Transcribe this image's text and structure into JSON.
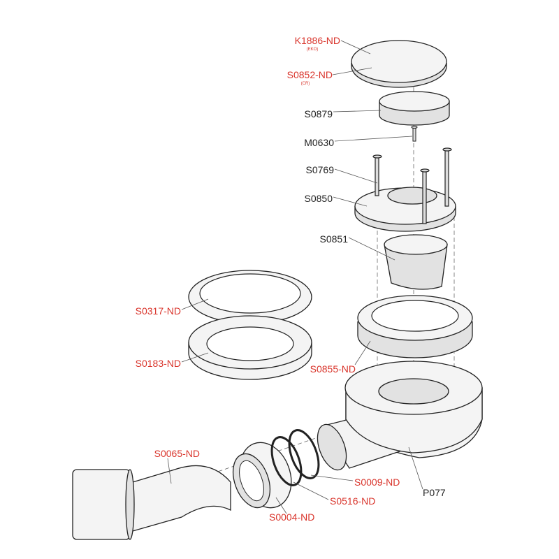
{
  "diagram": {
    "parts": [
      {
        "code": "K1886-ND",
        "note": "(EKO)",
        "color": "#d9342b"
      },
      {
        "code": "S0852-ND",
        "note": "(CR)",
        "color": "#d9342b"
      },
      {
        "code": "S0879",
        "color": "#222222"
      },
      {
        "code": "M0630",
        "color": "#222222"
      },
      {
        "code": "S0769",
        "color": "#222222"
      },
      {
        "code": "S0850",
        "color": "#222222"
      },
      {
        "code": "S0851",
        "color": "#222222"
      },
      {
        "code": "S0317-ND",
        "color": "#d9342b"
      },
      {
        "code": "S0183-ND",
        "color": "#d9342b"
      },
      {
        "code": "S0855-ND",
        "color": "#d9342b"
      },
      {
        "code": "S0065-ND",
        "color": "#d9342b"
      },
      {
        "code": "S0009-ND",
        "color": "#d9342b"
      },
      {
        "code": "S0516-ND",
        "color": "#d9342b"
      },
      {
        "code": "S0004-ND",
        "color": "#d9342b"
      },
      {
        "code": "P077",
        "color": "#222222"
      }
    ]
  }
}
